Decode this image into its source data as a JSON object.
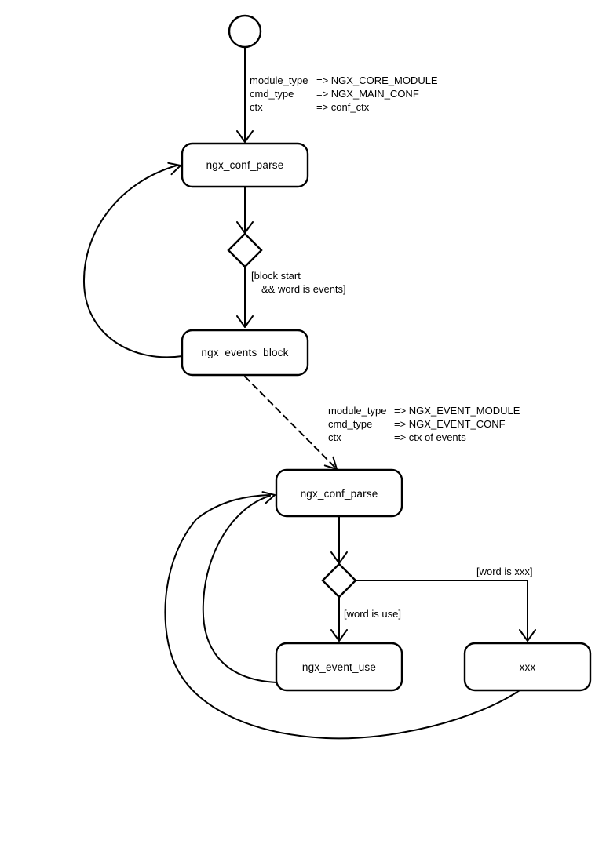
{
  "colors": {
    "ink": "#000000",
    "paper": "#ffffff"
  },
  "nodes": {
    "conf_parse_main": "ngx_conf_parse",
    "events_block": "ngx_events_block",
    "conf_parse_events": "ngx_conf_parse",
    "event_use": "ngx_event_use",
    "xxx": "xxx"
  },
  "edge_labels": {
    "main_conf_args": {
      "rows": [
        {
          "key": "module_type",
          "value": "=> NGX_CORE_MODULE"
        },
        {
          "key": "cmd_type",
          "value": "=> NGX_MAIN_CONF"
        },
        {
          "key": "ctx",
          "value": "=> conf_ctx"
        }
      ]
    },
    "event_conf_args": {
      "rows": [
        {
          "key": "module_type",
          "value": "=> NGX_EVENT_MODULE"
        },
        {
          "key": "cmd_type",
          "value": "=> NGX_EVENT_CONF"
        },
        {
          "key": "ctx",
          "value": "=> ctx of events"
        }
      ]
    },
    "guard_block_start_line1": "[block start",
    "guard_block_start_line2": "&& word is events]",
    "guard_word_is_use": "[word is use]",
    "guard_word_is_xxx": "[word is xxx]"
  }
}
